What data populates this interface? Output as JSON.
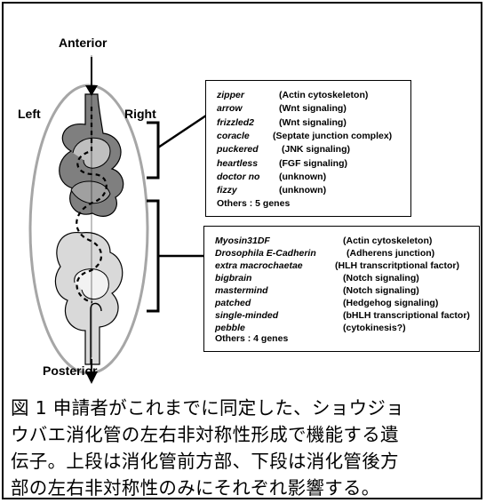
{
  "labels": {
    "anterior": "Anterior",
    "posterior": "Posterior",
    "left": "Left",
    "right": "Right"
  },
  "upper_box": {
    "genes": [
      {
        "name": "zipper",
        "function": "(Actin cytoskeleton)"
      },
      {
        "name": "arrow",
        "function": "(Wnt signaling)"
      },
      {
        "name": "frizzled2",
        "function": "(Wnt signaling)"
      },
      {
        "name": "coracle",
        "function": "(Septate junction complex)"
      },
      {
        "name": "puckered",
        "function": "(JNK signaling)"
      },
      {
        "name": "heartless",
        "function": "(FGF signaling)"
      },
      {
        "name": "doctor no",
        "function": "(unknown)"
      },
      {
        "name": "fizzy",
        "function": "(unknown)"
      }
    ],
    "others": "Others : 5 genes"
  },
  "lower_box": {
    "genes": [
      {
        "name": "Myosin31DF",
        "function": "(Actin cytoskeleton)"
      },
      {
        "name": "Drosophila E-Cadherin",
        "function": "(Adherens junction)"
      },
      {
        "name": "extra macrochaetae",
        "function": "(HLH transcritptional factor)"
      },
      {
        "name": "bigbrain",
        "function": "(Notch signaling)"
      },
      {
        "name": "mastermind",
        "function": "(Notch signaling)"
      },
      {
        "name": "patched",
        "function": "(Hedgehog signaling)"
      },
      {
        "name": "single-minded",
        "function": "(bHLH transcriptional factor)"
      },
      {
        "name": "pebble",
        "function": "(cytokinesis?)"
      }
    ],
    "others": "Others : 4 genes"
  },
  "caption": {
    "line1": "図 1 申請者がこれまでに同定した、ショウジョ",
    "line2": "ウバエ消化管の左右非対称性形成で機能する遺",
    "line3": "伝子。上段は消化管前方部、下段は消化管後方",
    "line4": "部の左右非対称性のみにそれぞれ影響する。"
  },
  "colors": {
    "ellipse": "#a6a6a6",
    "anterior_gut": "#7f7f7f",
    "anterior_gut_light": "#bfbfbf",
    "posterior_gut": "#d9d9d9",
    "posterior_gut_light": "#f2f2f2"
  }
}
